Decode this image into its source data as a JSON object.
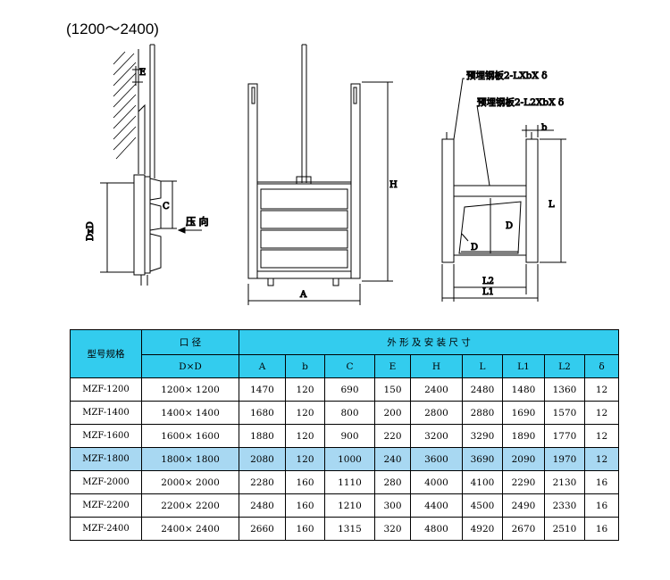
{
  "title": "(1200～2400)",
  "drawing": {
    "labels": {
      "E": "E",
      "DxD": "DxD",
      "C": "C",
      "pressure": "压 向",
      "H": "H",
      "A": "A",
      "plate1": "预埋钢板2-LXbX δ",
      "plate2": "预埋钢板2-L2XbX δ",
      "b": "b",
      "L": "L",
      "D1": "D",
      "D2": "D",
      "L2": "L2",
      "L1": "L1"
    }
  },
  "table": {
    "model_header": "型号规格",
    "bore_header": "口 径",
    "dims_header": "外 形 及 安 装 尺 寸",
    "bore_sub": "D×D",
    "columns": [
      "A",
      "b",
      "C",
      "E",
      "H",
      "L",
      "L1",
      "L2",
      "δ"
    ],
    "rows": [
      {
        "model": "MZF-1200",
        "bore": "1200× 1200",
        "values": [
          "1470",
          "120",
          "690",
          "150",
          "2400",
          "2480",
          "1480",
          "1360",
          "12"
        ]
      },
      {
        "model": "MZF-1400",
        "bore": "1400× 1400",
        "values": [
          "1680",
          "120",
          "800",
          "200",
          "2800",
          "2880",
          "1690",
          "1570",
          "12"
        ]
      },
      {
        "model": "MZF-1600",
        "bore": "1600× 1600",
        "values": [
          "1880",
          "120",
          "900",
          "220",
          "3200",
          "3290",
          "1890",
          "1770",
          "12"
        ]
      },
      {
        "model": "MZF-1800",
        "bore": "1800× 1800",
        "values": [
          "2080",
          "120",
          "1000",
          "240",
          "3600",
          "3690",
          "2090",
          "1970",
          "12"
        ]
      },
      {
        "model": "MZF-2000",
        "bore": "2000× 2000",
        "values": [
          "2280",
          "160",
          "1110",
          "280",
          "4000",
          "4100",
          "2290",
          "2130",
          "16"
        ]
      },
      {
        "model": "MZF-2200",
        "bore": "2200× 2200",
        "values": [
          "2480",
          "160",
          "1210",
          "300",
          "4400",
          "4500",
          "2490",
          "2330",
          "16"
        ]
      },
      {
        "model": "MZF-2400",
        "bore": "2400× 2400",
        "values": [
          "2660",
          "160",
          "1315",
          "320",
          "4800",
          "4920",
          "2670",
          "2510",
          "16"
        ]
      }
    ],
    "highlight_row_index": 3,
    "header_color": "#33ccee",
    "highlight_color": "#a8d8f2"
  }
}
